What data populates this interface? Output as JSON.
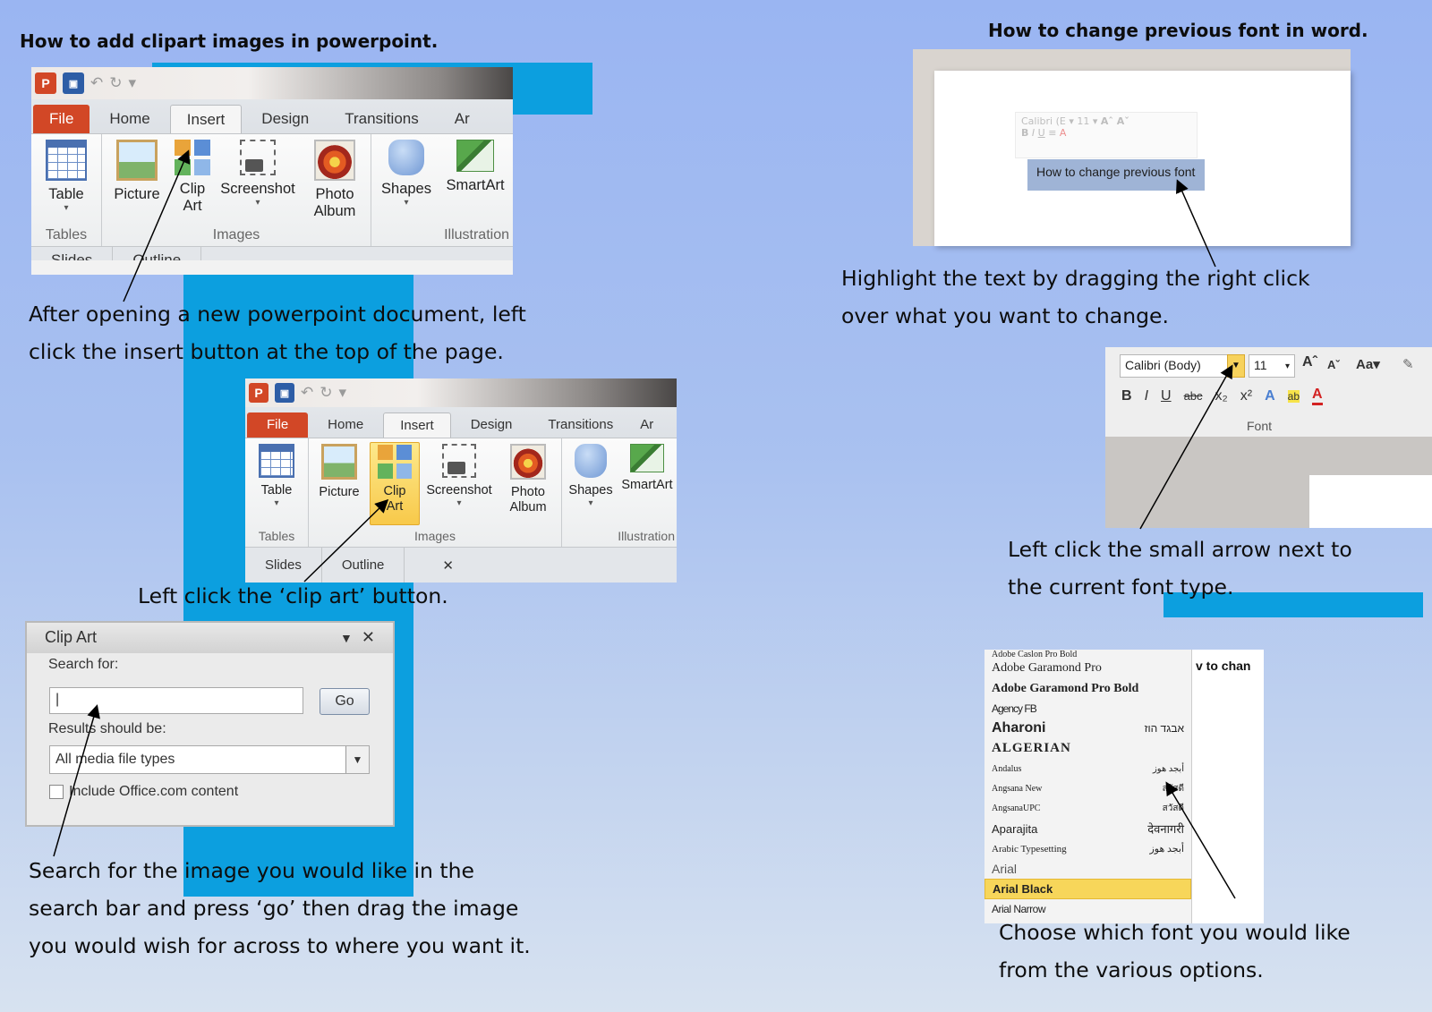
{
  "left": {
    "title": "How to add clipart images in powerpoint.",
    "ribbon": {
      "tabs": [
        "File",
        "Home",
        "Insert",
        "Design",
        "Transitions",
        "Ar"
      ],
      "groups": {
        "tables": "Tables",
        "images": "Images",
        "illustrations": "Illustration"
      },
      "buttons": {
        "table": "Table",
        "picture": "Picture",
        "clip_l1": "Clip",
        "clip_l2": "Art",
        "screenshot": "Screenshot",
        "photo_l1": "Photo",
        "photo_l2": "Album",
        "shapes": "Shapes",
        "smartart": "SmartArt"
      },
      "strip": [
        "Slides",
        "Outline"
      ]
    },
    "step1": [
      "After opening a new powerpoint document, left",
      "click the insert button at the top of the page."
    ],
    "step2": "Left click the ‘clip art’ button.",
    "clipart_pane": {
      "title": "Clip Art",
      "search_label": "Search for:",
      "go": "Go",
      "results_label": "Results should be:",
      "results_value": "All media file types",
      "include": "Include Office.com content"
    },
    "step3": [
      "Search for the image you would like in the",
      "search bar and press ‘go’ then drag the image",
      "you would wish for across to where you want it."
    ]
  },
  "right": {
    "title": "How to change previous font in word.",
    "selected_text": "How to change previous font",
    "mini_toolbar": {
      "font": "Calibri (E",
      "size": "11"
    },
    "step1": [
      "Highlight the text by dragging the right click",
      "over what you want to change."
    ],
    "font_group": {
      "font": "Calibri (Body)",
      "size": "11",
      "label": "Font",
      "aa": "Aa"
    },
    "step2": [
      "Left click the small arrow next to",
      "the current font type."
    ],
    "font_list": [
      {
        "name": "Adobe Caslon Pro Bold",
        "sample": ""
      },
      {
        "name": "Adobe Garamond Pro",
        "sample": ""
      },
      {
        "name": "Adobe Garamond Pro Bold",
        "sample": ""
      },
      {
        "name": "Agency FB",
        "sample": ""
      },
      {
        "name": "Aharoni",
        "sample": "אבגד הוז"
      },
      {
        "name": "ALGERIAN",
        "sample": ""
      },
      {
        "name": "Andalus",
        "sample": "أبجد هوز"
      },
      {
        "name": "Angsana New",
        "sample": "สวัสดี"
      },
      {
        "name": "AngsanaUPC",
        "sample": "สวัสดี"
      },
      {
        "name": "Aparajita",
        "sample": "देवनागरी"
      },
      {
        "name": "Arabic Typesetting",
        "sample": "أبجد هوز"
      },
      {
        "name": "Arial",
        "sample": ""
      },
      {
        "name": "Arial Black",
        "sample": ""
      },
      {
        "name": "Arial Narrow",
        "sample": ""
      }
    ],
    "behind_text": "v to chan",
    "step3": [
      "Choose which font you would like",
      "from the various options."
    ]
  }
}
